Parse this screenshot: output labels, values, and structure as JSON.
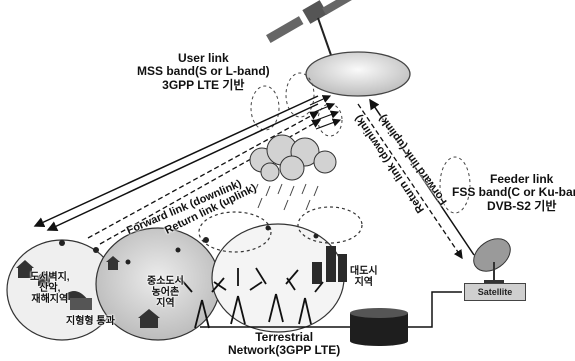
{
  "user_link": {
    "title": "User link",
    "band": "MSS band(S or L-band)",
    "tech": "3GPP LTE 기반"
  },
  "feeder_link": {
    "title": "Feeder link",
    "band": "FSS band(C or Ku-band)",
    "tech": "DVB-S2 기반"
  },
  "links": {
    "forward_down": "Forward link (downlink)",
    "return_up": "Return link (uplink)",
    "forward_up": "Forward link (uplink)",
    "return_down": "Return link (downlink)"
  },
  "regions": {
    "remote": [
      "도서벽지,",
      "산악,",
      "재해지역"
    ],
    "suburban": [
      "중소도시",
      "농어촌",
      "지역"
    ],
    "metro": [
      "대도시",
      "지역"
    ],
    "terrain": "지형형 통과"
  },
  "terrestrial": [
    "Terrestrial",
    "Network(3GPP LTE)"
  ],
  "gateway": "Satellite",
  "colors": {
    "line": "#111111",
    "cell_fill": "#d8d8d8",
    "dish": "#9a9a9a",
    "satellite_reflector": "#e6e6e6"
  }
}
